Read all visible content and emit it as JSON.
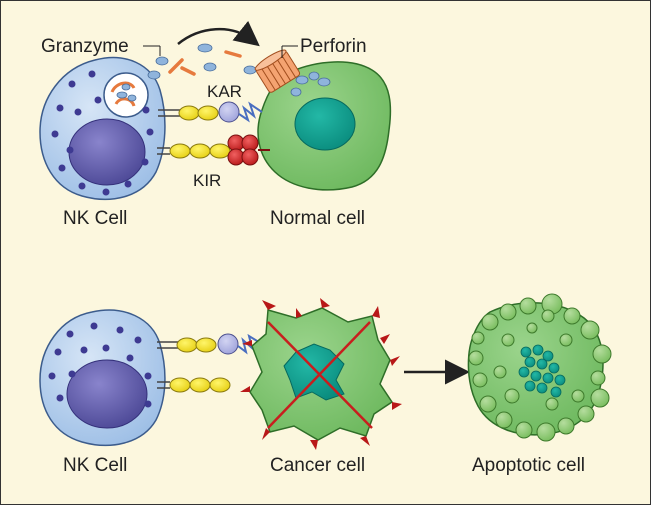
{
  "labels": {
    "granzyme": "Granzyme",
    "perforin": "Perforin",
    "kar": "KAR",
    "kir": "KIR",
    "nk_cell_top": "NK Cell",
    "normal_cell": "Normal cell",
    "nk_cell_bottom": "NK Cell",
    "cancer_cell": "Cancer cell",
    "apoptotic_cell": "Apoptotic cell"
  },
  "colors": {
    "background": "#FCF7DE",
    "nk_cell": "#A9C7EA",
    "nk_nucleus": "#5E5AA8",
    "granule_dots": "#3E3A92",
    "normal_cell": "#7CC46E",
    "normal_nucleus": "#0E9E8E",
    "receptor": "#F2E21B",
    "kir_ligand": "#D62A2A",
    "granzyme": "#8FB4DC",
    "perforin": "#E67A3E",
    "cross": "#C81E1E"
  }
}
